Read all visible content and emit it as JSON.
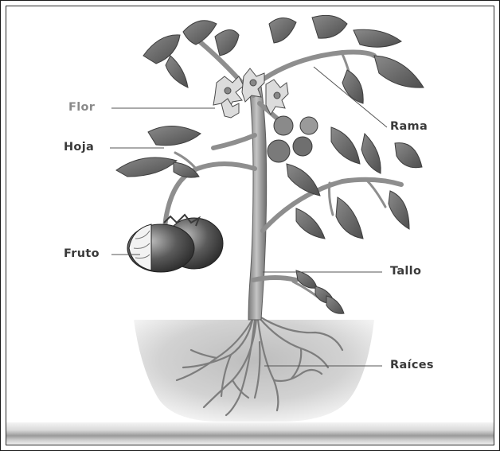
{
  "labels": {
    "flor": "Flor",
    "hoja": "Hoja",
    "fruto": "Fruto",
    "rama": "Rama",
    "tallo": "Tallo",
    "raices": "Raíces"
  },
  "colors": {
    "stem": "#9a9a9a",
    "leaf": "#6e6e6e",
    "fruit": "#555555",
    "soil": "#c8c8c8",
    "text": "#3a3a3a",
    "text_light": "#8a8a8a"
  }
}
